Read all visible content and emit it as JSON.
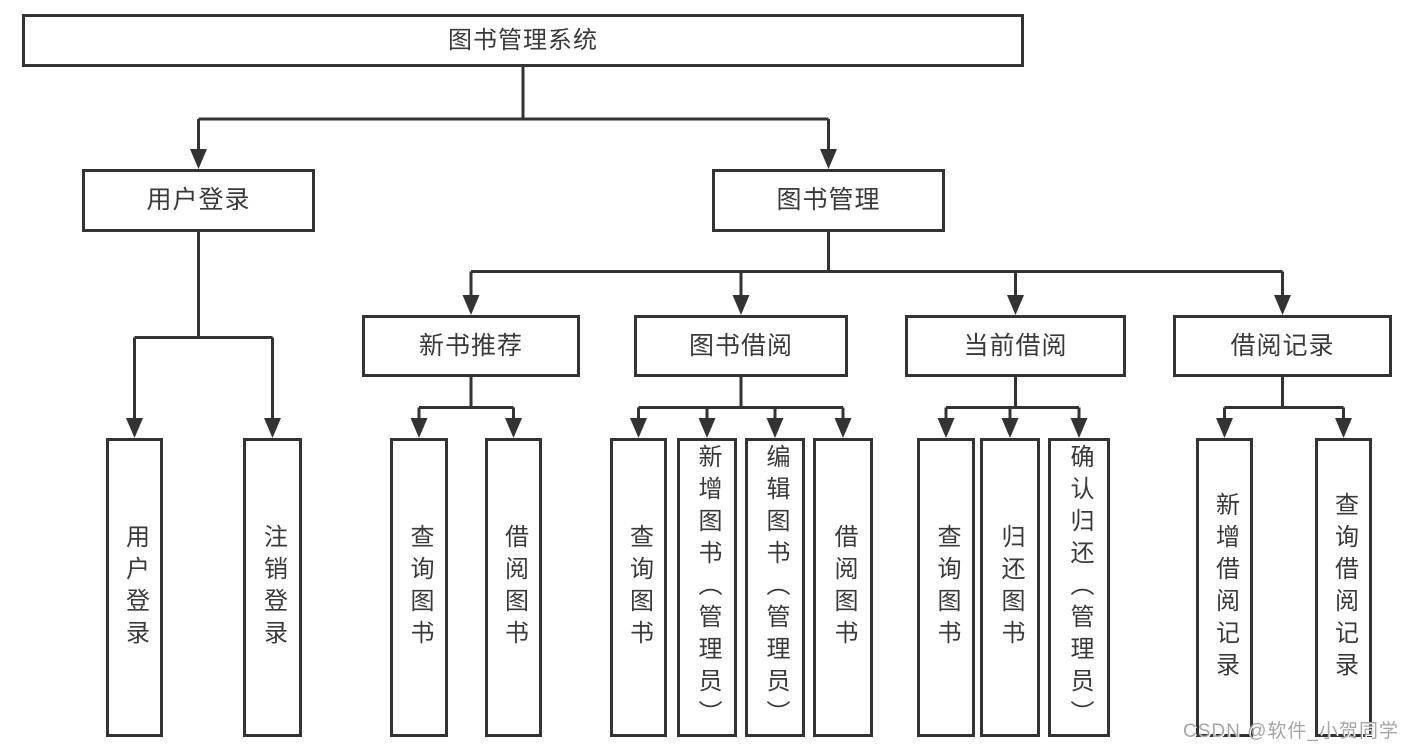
{
  "diagram": {
    "root": "图书管理系统",
    "user_login": {
      "label": "用户登录",
      "children": [
        "用户登录",
        "注销登录"
      ]
    },
    "book_mgmt": {
      "label": "图书管理",
      "sections": {
        "new_book": {
          "label": "新书推荐",
          "children": [
            "查询图书",
            "借阅图书"
          ]
        },
        "borrow": {
          "label": "图书借阅",
          "children": [
            "查询图书",
            "新增图书（管理员）",
            "编辑图书（管理员）",
            "借阅图书"
          ]
        },
        "current": {
          "label": "当前借阅",
          "children": [
            "查询图书",
            "归还图书",
            "确认归还（管理员）"
          ]
        },
        "records": {
          "label": "借阅记录",
          "children": [
            "新增借阅记录",
            "查询借阅记录"
          ]
        }
      }
    }
  },
  "colors": {
    "line": "#333333",
    "text": "#3a3a3a",
    "watermark": "#a6a6a6",
    "background": "#ffffff"
  },
  "watermark": "CSDN @软件_小贺同学"
}
